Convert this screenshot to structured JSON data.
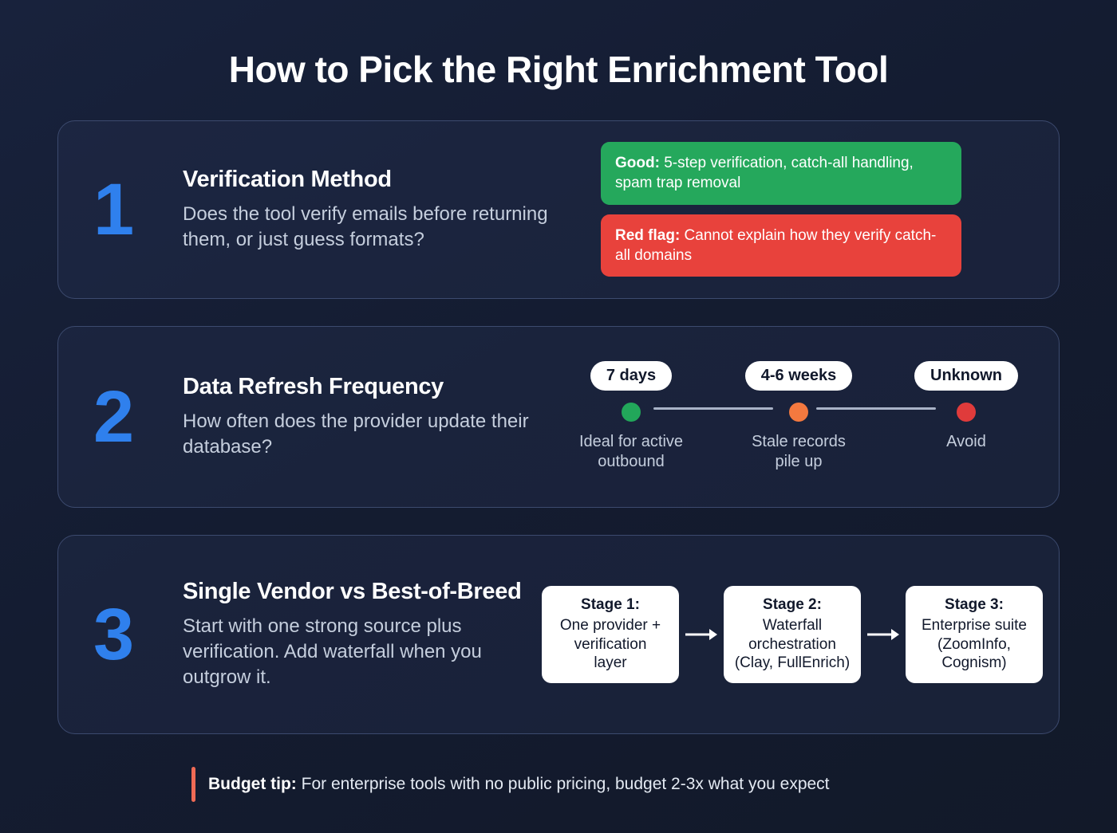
{
  "page": {
    "title": "How to Pick the Right Enrichment Tool",
    "bg_color": "#151d33",
    "accent_blue": "#2f80ed"
  },
  "cards": [
    {
      "number": "1",
      "title": "Verification Method",
      "description": "Does the tool verify emails before returning them, or just guess formats?",
      "badges": [
        {
          "label": "Good:",
          "text": " 5-step verification, catch-all handling, spam trap removal",
          "color": "#25a85c",
          "kind": "good"
        },
        {
          "label": "Red flag:",
          "text": " Cannot explain how they verify catch-all domains",
          "color": "#e8423c",
          "kind": "bad"
        }
      ]
    },
    {
      "number": "2",
      "title": "Data Refresh Frequency",
      "description": "How often does the provider update their database?",
      "timeline": [
        {
          "pill": "7 days",
          "caption": "Ideal for active\noutbound",
          "dot_color": "#22a75a",
          "status": "green"
        },
        {
          "pill": "4-6 weeks",
          "caption": "Stale records\npile up",
          "dot_color": "#f4793f",
          "status": "orange"
        },
        {
          "pill": "Unknown",
          "caption": "Avoid",
          "dot_color": "#e03b3b",
          "status": "red"
        }
      ]
    },
    {
      "number": "3",
      "title": "Single Vendor vs Best-of-Breed",
      "description": "Start with one strong source plus verification. Add waterfall when you outgrow it.",
      "stages": [
        {
          "label": "Stage 1:",
          "text": "One provider +\nverification\nlayer"
        },
        {
          "label": "Stage 2:",
          "text": "Waterfall\norchestration\n(Clay, FullEnrich)"
        },
        {
          "label": "Stage 3:",
          "text": "Enterprise suite\n(ZoomInfo,\nCognism)"
        }
      ]
    }
  ],
  "tip": {
    "label": "Budget tip:",
    "text": " For enterprise tools with no public pricing, budget 2-3x what you expect",
    "accent_color": "#ef6a55"
  }
}
